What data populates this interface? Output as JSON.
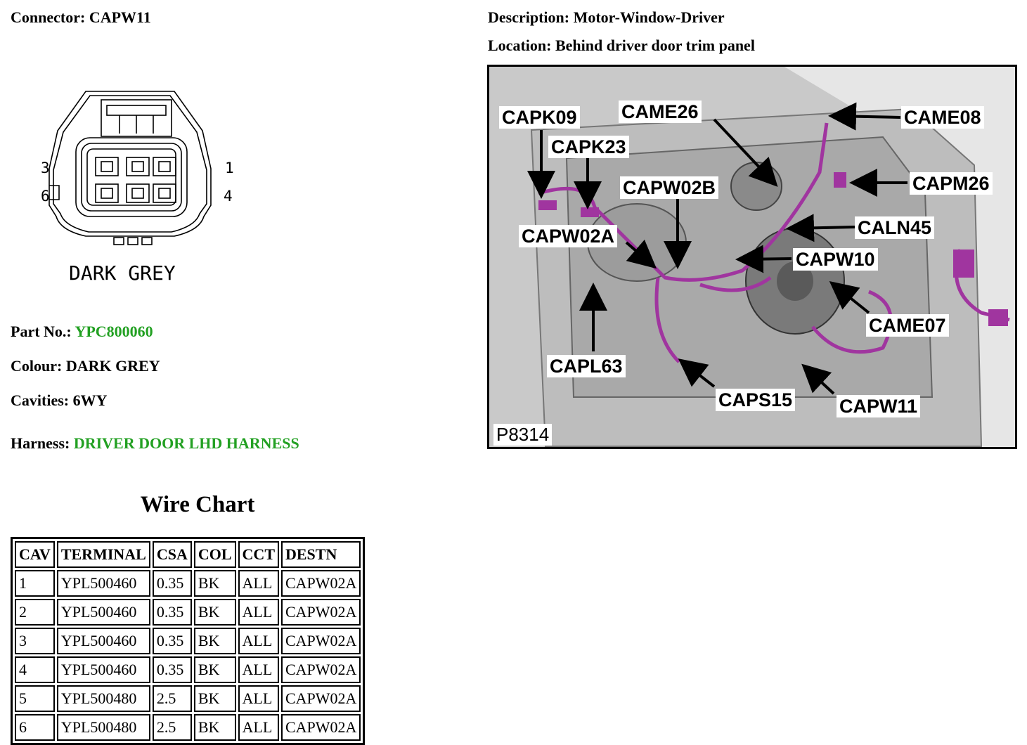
{
  "connector": {
    "label": "Connector:",
    "value": "CAPW11"
  },
  "description": {
    "label": "Description:",
    "value": "Motor-Window-Driver"
  },
  "location": {
    "label": "Location:",
    "value": "Behind driver door trim panel"
  },
  "connector_diagram": {
    "pin_labels": {
      "top_left": "3",
      "bottom_left": "6",
      "top_right": "1",
      "bottom_right": "4"
    },
    "colour_text": "DARK GREY"
  },
  "part_no": {
    "label": "Part No.:",
    "value": "YPC800060"
  },
  "colour": {
    "label": "Colour:",
    "value": "DARK GREY"
  },
  "cavities": {
    "label": "Cavities:",
    "value": "6WY"
  },
  "harness": {
    "label": "Harness:",
    "value": "DRIVER DOOR LHD HARNESS"
  },
  "colors": {
    "accent_green": "#22a022",
    "wire_purple": "#a0359f"
  },
  "wire_chart": {
    "title": "Wire Chart",
    "headers": [
      "CAV",
      "TERMINAL",
      "CSA",
      "COL",
      "CCT",
      "DESTN"
    ],
    "rows": [
      [
        "1",
        "YPL500460",
        "0.35",
        "BK",
        "ALL",
        "CAPW02A"
      ],
      [
        "2",
        "YPL500460",
        "0.35",
        "BK",
        "ALL",
        "CAPW02A"
      ],
      [
        "3",
        "YPL500460",
        "0.35",
        "BK",
        "ALL",
        "CAPW02A"
      ],
      [
        "4",
        "YPL500460",
        "0.35",
        "BK",
        "ALL",
        "CAPW02A"
      ],
      [
        "5",
        "YPL500480",
        "2.5",
        "BK",
        "ALL",
        "CAPW02A"
      ],
      [
        "6",
        "YPL500480",
        "2.5",
        "BK",
        "ALL",
        "CAPW02A"
      ]
    ]
  },
  "location_image": {
    "code": "P8314",
    "callouts": [
      "CAPK09",
      "CAME26",
      "CAME08",
      "CAPK23",
      "CAPM26",
      "CAPW02B",
      "CALN45",
      "CAPW02A",
      "CAPW10",
      "CAME07",
      "CAPL63",
      "CAPS15",
      "CAPW11"
    ]
  }
}
